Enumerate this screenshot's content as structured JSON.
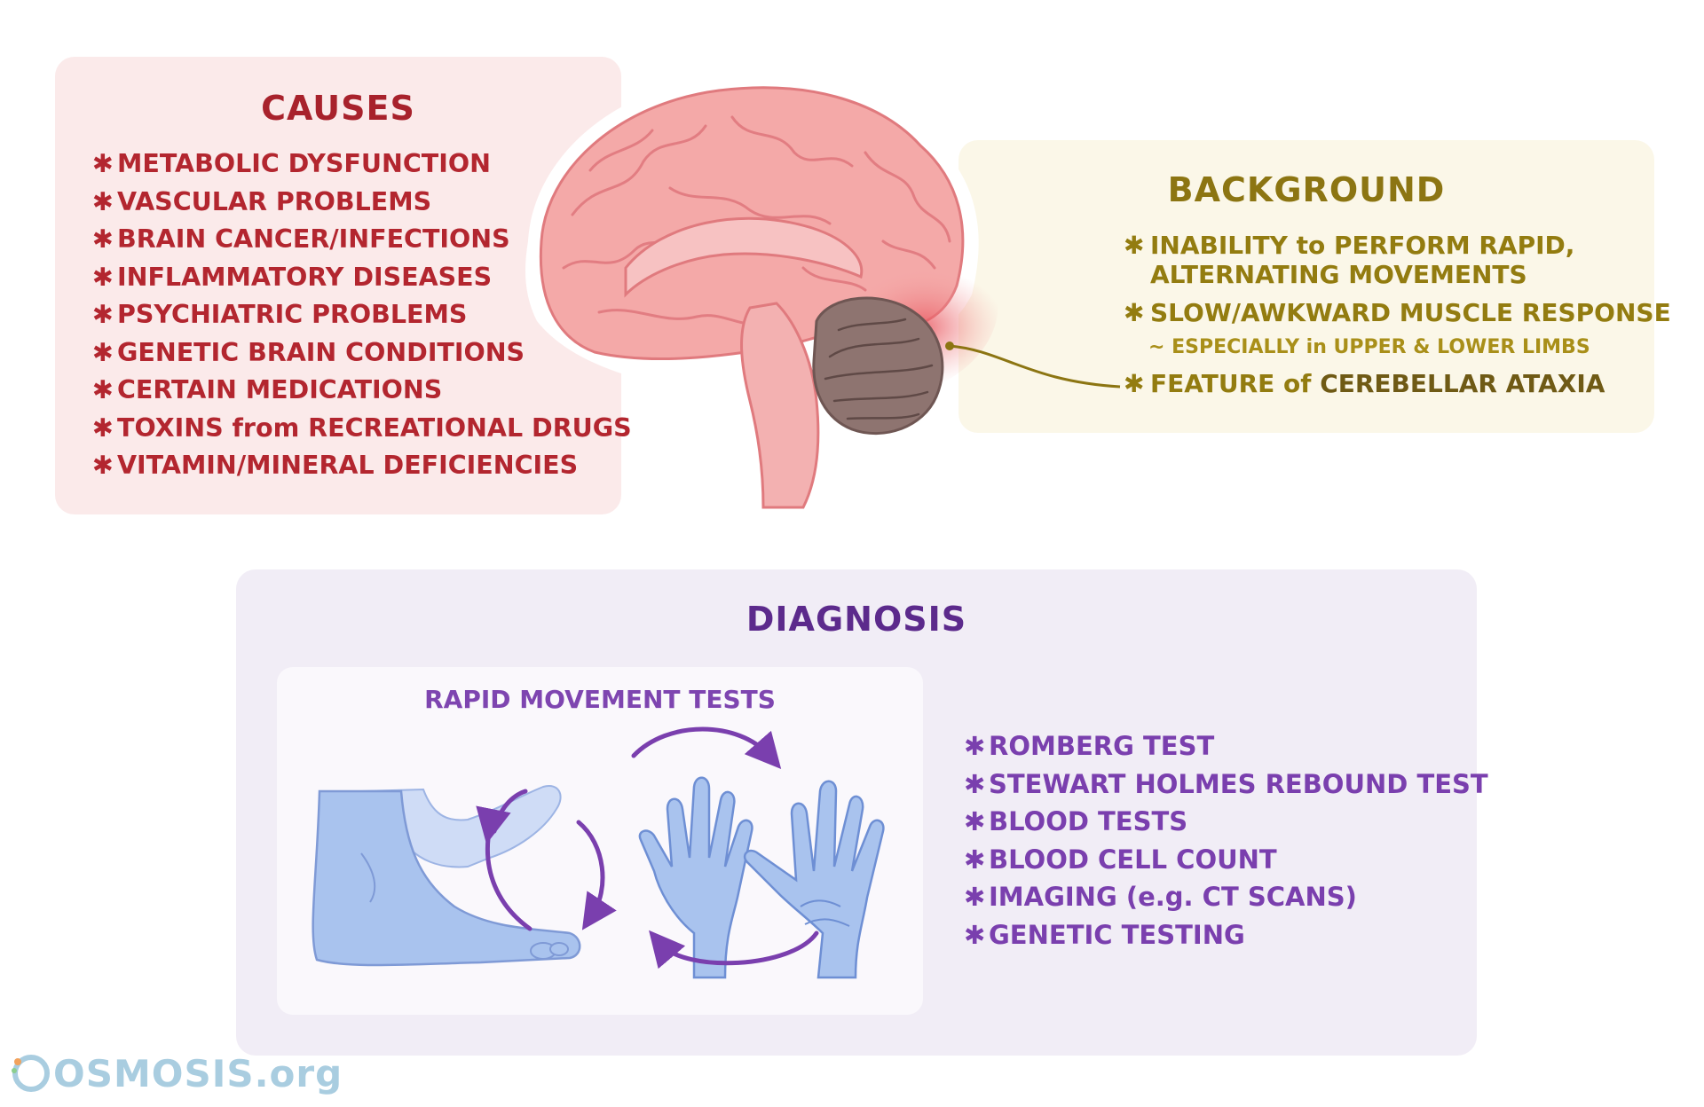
{
  "causes": {
    "title": "CAUSES",
    "items": [
      "METABOLIC DYSFUNCTION",
      "VASCULAR PROBLEMS",
      "BRAIN CANCER/INFECTIONS",
      "INFLAMMATORY DISEASES",
      "PSYCHIATRIC PROBLEMS",
      "GENETIC BRAIN CONDITIONS",
      "CERTAIN MEDICATIONS",
      "TOXINS from RECREATIONAL DRUGS",
      "VITAMIN/MINERAL DEFICIENCIES"
    ]
  },
  "background": {
    "title": "BACKGROUND",
    "item1_line1": "INABILITY to PERFORM RAPID,",
    "item1_line2": "ALTERNATING MOVEMENTS",
    "item2": "SLOW/AWKWARD MUSCLE RESPONSE",
    "item2_sub": "~ ESPECIALLY in UPPER & LOWER LIMBS",
    "item3_prefix": "FEATURE of ",
    "item3_emph": "CEREBELLAR ATAXIA"
  },
  "diagnosis": {
    "title": "DIAGNOSIS",
    "rapid_title": "RAPID MOVEMENT TESTS",
    "items": [
      "ROMBERG TEST",
      "STEWART HOLMES REBOUND TEST",
      "BLOOD TESTS",
      "BLOOD CELL COUNT",
      "IMAGING (e.g. CT SCANS)",
      "GENETIC TESTING"
    ]
  },
  "bullet": "✱",
  "logo": {
    "text": "OSMOSIS.org"
  },
  "colors": {
    "causes_bg": "#fbeaea",
    "causes_text": "#b3262f",
    "background_bg": "#fbf7e8",
    "background_text": "#937c10",
    "diagnosis_bg": "#f1edf6",
    "diagnosis_text": "#7a3fae",
    "brain": "#f4a9a8",
    "cerebellum": "#8e7470",
    "limb": "#a9c3ee"
  },
  "icons": {
    "brain": "brain-illustration",
    "foot": "foot-illustration",
    "hands": "hands-illustration",
    "arrows": "rotation-arrow-icon",
    "logo": "osmosis-logo"
  }
}
